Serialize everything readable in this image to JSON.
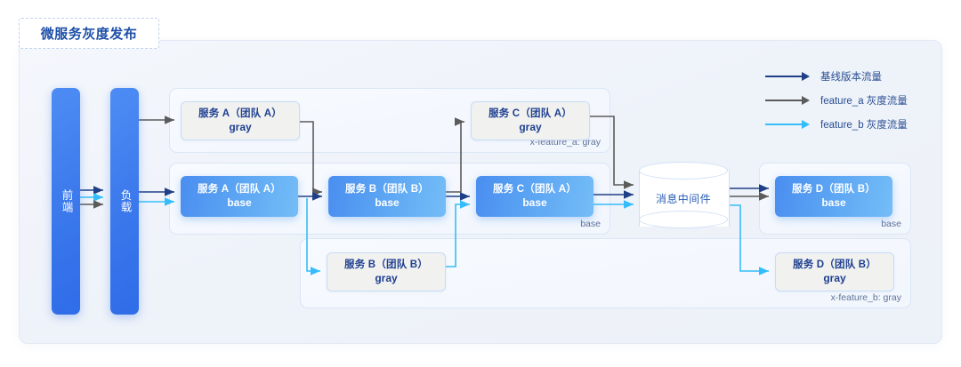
{
  "title": "微服务灰度发布",
  "colors": {
    "baseline": "#1f3f87",
    "feature_a": "#5b5b5b",
    "feature_b": "#35bdfb",
    "box_blue_start": "#4a8ef0",
    "box_blue_end": "#74bdf7",
    "pillar_blue": "#3a78ec",
    "text_blue": "#1e3f8f",
    "group_label": "#5f7398"
  },
  "entry": {
    "frontend": "前端",
    "load_balancer": "负载"
  },
  "groups": {
    "feature_a": {
      "label": "x-feature_a: gray"
    },
    "base_mid": {
      "label": "base"
    },
    "base_right": {
      "label": "base"
    },
    "feature_b": {
      "label": "x-feature_b: gray"
    }
  },
  "services": {
    "a_gray": {
      "name": "服务 A（团队 A）",
      "version": "gray"
    },
    "c_gray": {
      "name": "服务 C（团队 A）",
      "version": "gray"
    },
    "a_base": {
      "name": "服务 A（团队 A）",
      "version": "base"
    },
    "b_base": {
      "name": "服务 B（团队 B）",
      "version": "base"
    },
    "c_base": {
      "name": "服务 C（团队 A）",
      "version": "base"
    },
    "d_base": {
      "name": "服务 D（团队 B）",
      "version": "base"
    },
    "b_gray": {
      "name": "服务 B（团队 B）",
      "version": "gray"
    },
    "d_gray": {
      "name": "服务 D（团队 B）",
      "version": "gray"
    }
  },
  "middleware": {
    "label": "消息中间件"
  },
  "legend": [
    {
      "label": "基线版本流量",
      "color": "#1f3f87"
    },
    {
      "label": "feature_a 灰度流量",
      "color": "#5b5b5b"
    },
    {
      "label": "feature_b 灰度流量",
      "color": "#35bdfb"
    }
  ]
}
